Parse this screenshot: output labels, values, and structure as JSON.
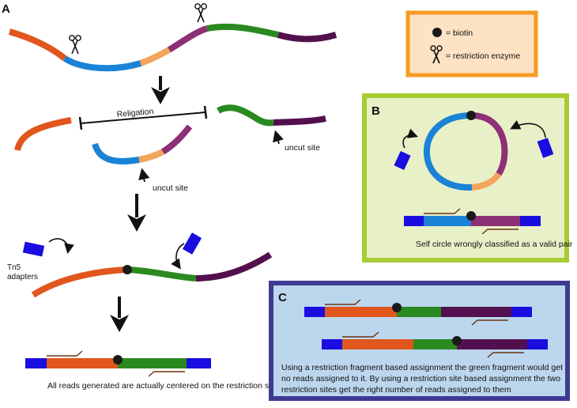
{
  "colors": {
    "orange": "#e0561d",
    "blue": "#1a83d6",
    "tan": "#f2a55b",
    "purple": "#8e3076",
    "green": "#2a8a1f",
    "dark_purple": "#52104f",
    "adapter_blue": "#1a0de0",
    "read_brown": "#6b3410",
    "legend_border": "#f59b22",
    "legend_bg": "#fde2c3",
    "panel_b_border": "#a8cc34",
    "panel_b_bg": "#e8f0c8",
    "panel_c_border": "#3e3a92",
    "panel_c_bg": "#bcd6ee"
  },
  "panels": {
    "a_label": "A",
    "b_label": "B",
    "c_label": "C"
  },
  "legend": {
    "biotin_label": "= biotin",
    "enzyme_label": "= restriction enzyme",
    "biotin_icon": "biotin-dot-icon",
    "enzyme_icon": "scissors-icon"
  },
  "panel_a": {
    "religation_label": "Religation",
    "uncut_site_label_1": "uncut site",
    "uncut_site_label_2": "uncut site",
    "tn5_label_line1": "Tn5",
    "tn5_label_line2": "adapters",
    "caption": "All reads generated are actually centered on the restriction site."
  },
  "panel_b": {
    "caption": "Self circle wrongly classified as a valid pair"
  },
  "panel_c": {
    "caption_line1": "Using a restriction fragment based assignment the green fragment would get",
    "caption_line2": "no reads assigned to it. By using a restriction site based assignment the two",
    "caption_line3": "restriction sites get the right number of reads assigned to them"
  }
}
